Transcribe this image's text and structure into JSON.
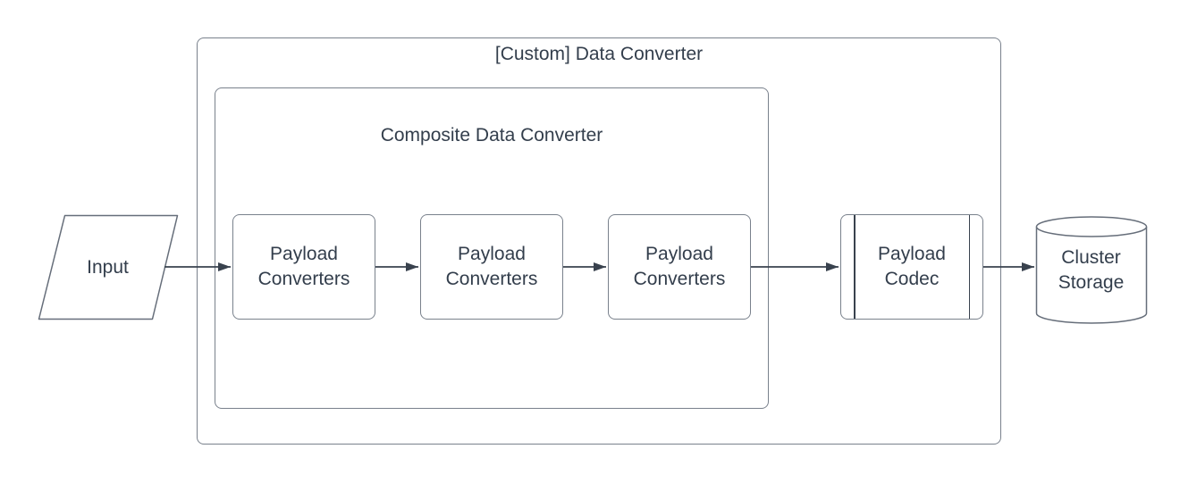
{
  "diagram": {
    "outer_container": {
      "title": "[Custom] Data Converter"
    },
    "inner_container": {
      "title": "Composite Data Converter"
    },
    "input": {
      "label": "Input"
    },
    "converters": [
      {
        "label": "Payload Converters"
      },
      {
        "label": "Payload Converters"
      },
      {
        "label": "Payload Converters"
      }
    ],
    "codec": {
      "label": "Payload Codec"
    },
    "storage": {
      "label": "Cluster Storage"
    },
    "colors": {
      "stroke": "#79818c",
      "arrow": "#39424e",
      "text": "#333e4c",
      "bg": "#ffffff"
    }
  }
}
